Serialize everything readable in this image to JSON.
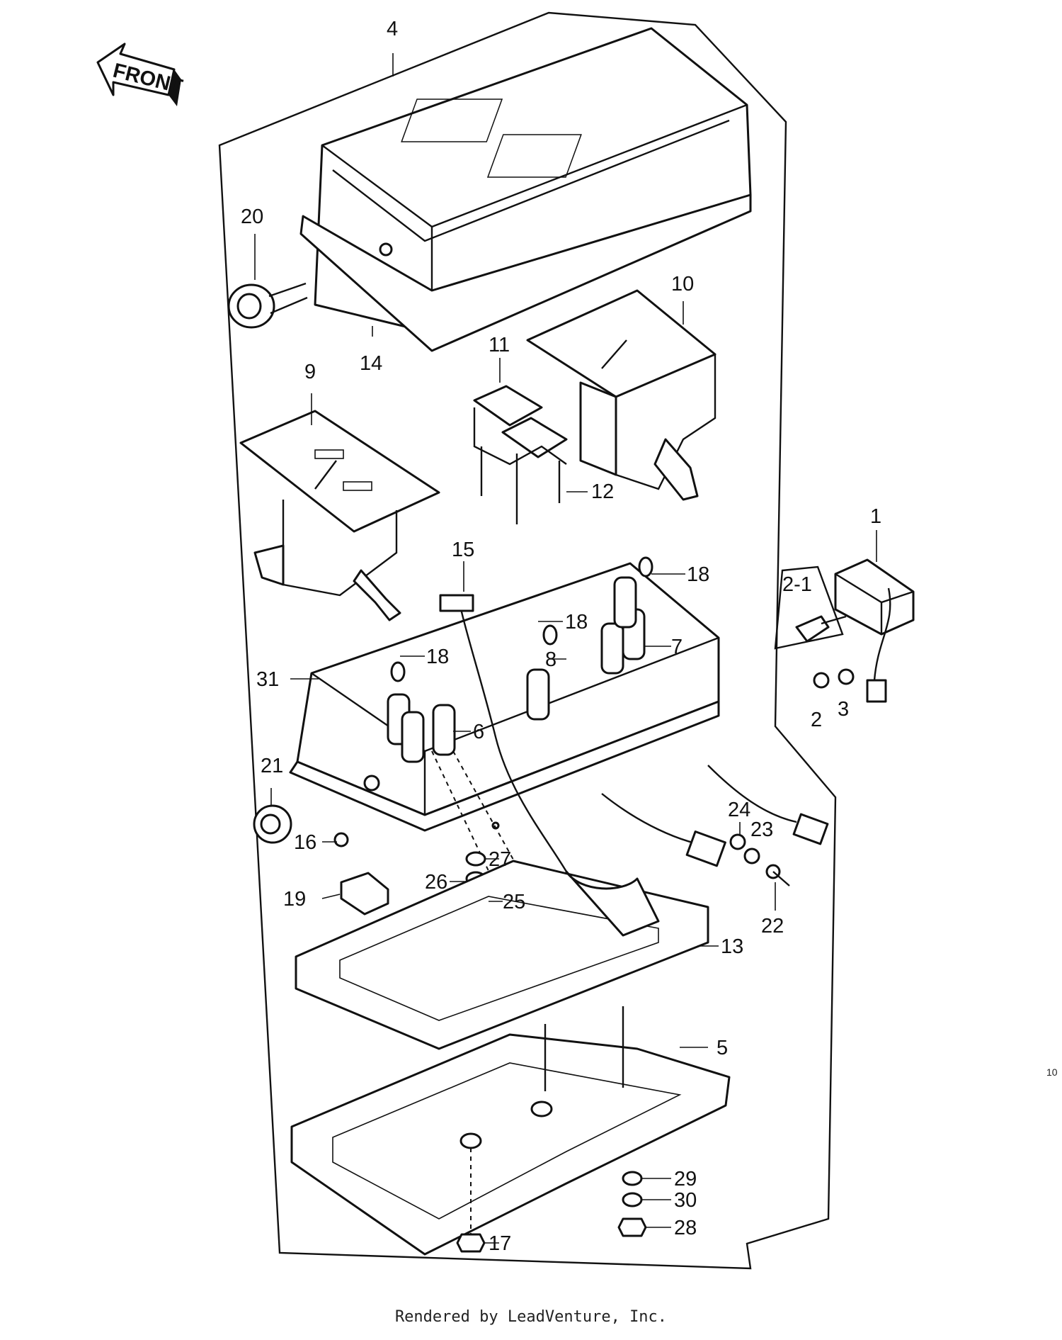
{
  "front_label": "FRONT",
  "footer": "Rendered by LeadVenture, Inc.",
  "side_mark": "10",
  "callouts": [
    "4",
    "20",
    "14",
    "10",
    "11",
    "9",
    "12",
    "1",
    "2-1",
    "2",
    "3",
    "15",
    "18",
    "18",
    "18",
    "7",
    "8",
    "31",
    "6",
    "21",
    "16",
    "24",
    "23",
    "22",
    "27",
    "26",
    "25",
    "19",
    "13",
    "5",
    "29",
    "30",
    "28",
    "17"
  ]
}
